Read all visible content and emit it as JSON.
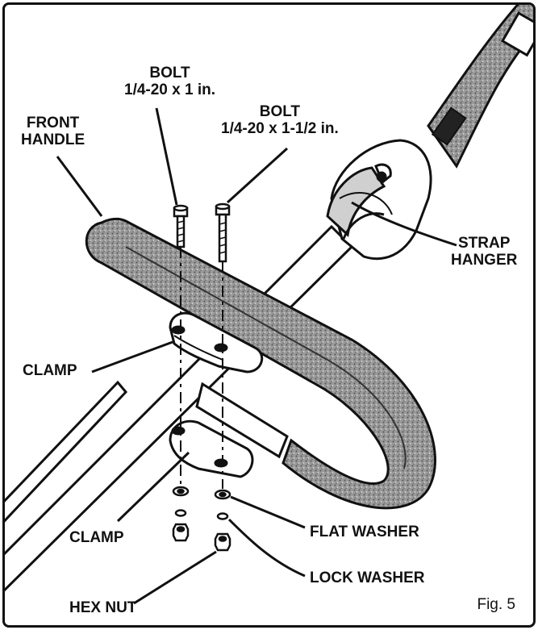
{
  "labels": {
    "bolt_short": {
      "name": "BOLT",
      "size": "1/4-20 x 1 in."
    },
    "bolt_long": {
      "name": "BOLT",
      "size": "1/4-20 x 1-1/2 in."
    },
    "front_handle": {
      "line1": "FRONT",
      "line2": "HANDLE"
    },
    "strap_hanger": {
      "line1": "STRAP",
      "line2": "HANGER"
    },
    "clamp_upper": "CLAMP",
    "clamp_lower": "CLAMP",
    "flat_washer": "FLAT WASHER",
    "lock_washer": "LOCK WASHER",
    "hex_nut": "HEX NUT",
    "figure": "Fig. 5"
  },
  "colors": {
    "line": "#111111",
    "foam": "#8a8a8a",
    "paper": "#ffffff"
  }
}
